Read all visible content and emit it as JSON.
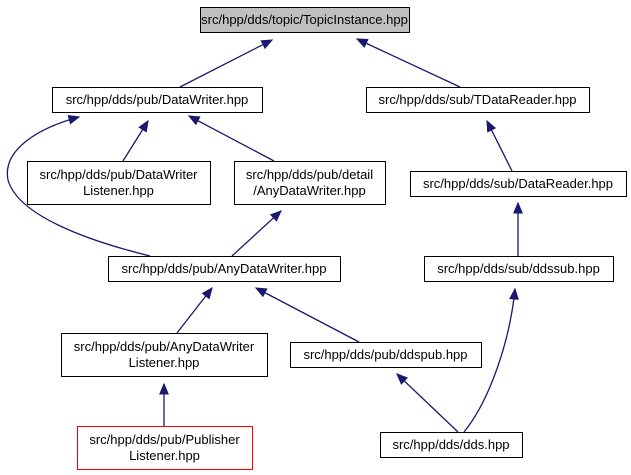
{
  "nodes": [
    {
      "id": "topic_instance",
      "lines": [
        "src/hpp/dds/topic/TopicInstance.hpp"
      ]
    },
    {
      "id": "data_writer",
      "lines": [
        "src/hpp/dds/pub/DataWriter.hpp"
      ]
    },
    {
      "id": "tdata_reader",
      "lines": [
        "src/hpp/dds/sub/TDataReader.hpp"
      ]
    },
    {
      "id": "data_writer_listener",
      "lines": [
        "src/hpp/dds/pub/DataWriter",
        "Listener.hpp"
      ]
    },
    {
      "id": "detail_any_data_writer",
      "lines": [
        "src/hpp/dds/pub/detail",
        "/AnyDataWriter.hpp"
      ]
    },
    {
      "id": "data_reader",
      "lines": [
        "src/hpp/dds/sub/DataReader.hpp"
      ]
    },
    {
      "id": "any_data_writer",
      "lines": [
        "src/hpp/dds/pub/AnyDataWriter.hpp"
      ]
    },
    {
      "id": "ddssub",
      "lines": [
        "src/hpp/dds/sub/ddssub.hpp"
      ]
    },
    {
      "id": "any_data_writer_listener",
      "lines": [
        "src/hpp/dds/pub/AnyDataWriter",
        "Listener.hpp"
      ]
    },
    {
      "id": "ddspub",
      "lines": [
        "src/hpp/dds/pub/ddspub.hpp"
      ]
    },
    {
      "id": "publisher_listener",
      "lines": [
        "src/hpp/dds/pub/Publisher",
        "Listener.hpp"
      ]
    },
    {
      "id": "dds",
      "lines": [
        "src/hpp/dds/dds.hpp"
      ]
    }
  ],
  "edges": [
    {
      "from": "data_writer",
      "to": "topic_instance"
    },
    {
      "from": "tdata_reader",
      "to": "topic_instance"
    },
    {
      "from": "data_writer_listener",
      "to": "data_writer"
    },
    {
      "from": "detail_any_data_writer",
      "to": "data_writer"
    },
    {
      "from": "any_data_writer",
      "to": "data_writer"
    },
    {
      "from": "data_reader",
      "to": "tdata_reader"
    },
    {
      "from": "any_data_writer",
      "to": "detail_any_data_writer"
    },
    {
      "from": "ddssub",
      "to": "data_reader"
    },
    {
      "from": "any_data_writer_listener",
      "to": "any_data_writer"
    },
    {
      "from": "ddspub",
      "to": "any_data_writer"
    },
    {
      "from": "publisher_listener",
      "to": "any_data_writer_listener"
    },
    {
      "from": "dds",
      "to": "ddspub"
    },
    {
      "from": "dds",
      "to": "ddssub"
    }
  ],
  "colors": {
    "edge": "#191970",
    "root_fill": "#bfbfbf",
    "highlight_border": "#ff0000",
    "node_border": "#000000",
    "node_fill": "#ffffff"
  }
}
